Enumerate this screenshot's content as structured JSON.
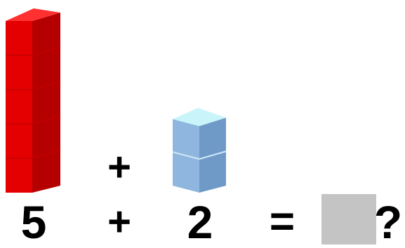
{
  "equation": {
    "first_addend": "5",
    "plus_sign": "+",
    "second_addend": "2",
    "equals_sign": "=",
    "answer": "",
    "question_mark": "?"
  },
  "plus_between_stacks": "+",
  "stacks": [
    {
      "name": "red-stack",
      "count": 5,
      "colors": {
        "front": "#e40000",
        "side": "#b00000",
        "top": "#ff3a3a",
        "seam": "#c80000"
      }
    },
    {
      "name": "blue-stack",
      "count": 2,
      "colors": {
        "front": "#8fb8e2",
        "side": "#6d98c6",
        "top": "#c6f2f8",
        "seam": "#b8dcf2"
      }
    }
  ],
  "answer_box_color": "#c4c4c4"
}
